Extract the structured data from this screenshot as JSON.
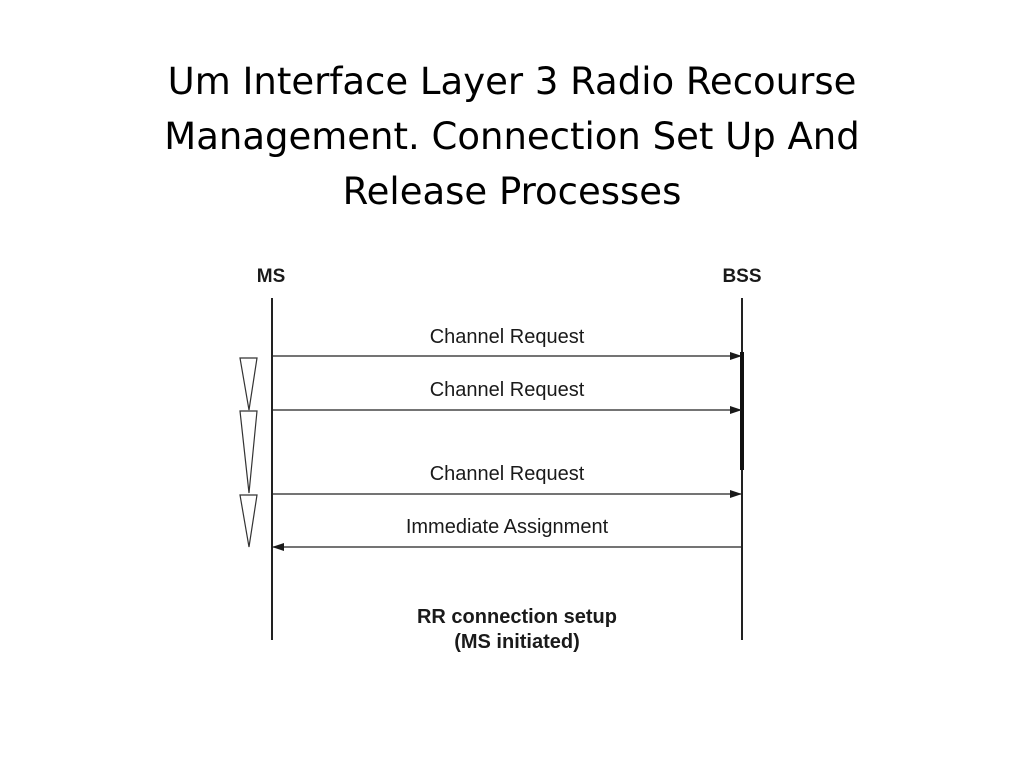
{
  "slide": {
    "title_lines": [
      "Um Interface Layer 3 Radio Recourse",
      "Management. Connection Set Up And",
      "Release Processes"
    ]
  },
  "diagram": {
    "entities": {
      "left": "MS",
      "right": "BSS"
    },
    "messages": [
      {
        "label": "Channel Request",
        "direction": "MS-to-BSS"
      },
      {
        "label": "Channel Request",
        "direction": "MS-to-BSS"
      },
      {
        "label": "Channel Request",
        "direction": "MS-to-BSS"
      },
      {
        "label": "Immediate Assignment",
        "direction": "BSS-to-MS"
      }
    ],
    "caption_lines": [
      "RR connection setup",
      "(MS initiated)"
    ]
  }
}
